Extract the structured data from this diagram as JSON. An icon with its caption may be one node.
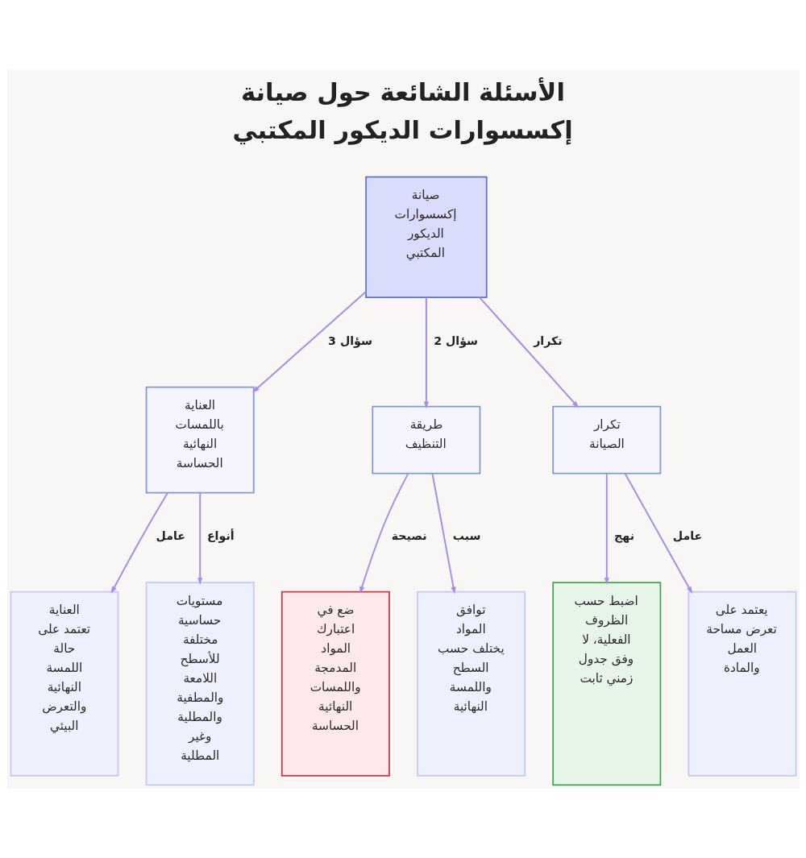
{
  "diagram": {
    "title": "الأسئلة الشائعة حول صيانة إكسسوارات الديكور المكتبي",
    "nodes": [
      {
        "text": [
          "صيانة إكسسوارات الديكور المكتبي"
        ]
      },
      {
        "text": [
          "تكرار الصيانة"
        ]
      },
      {
        "text": [
          "طريقة التنظيف"
        ]
      },
      {
        "text": [
          "العناية باللمسات النهائية الحساسة"
        ]
      },
      {
        "text": [
          "يعتمد على تعرض مساحة العمل والمادة"
        ]
      },
      {
        "text": [
          "اضبط حسب الظروف الفعلية، لا وفق جدول زمني ثابت"
        ]
      },
      {
        "text": [
          "توافق المواد يختلف حسب السطح واللمسة النهائية"
        ]
      },
      {
        "text": [
          "ضع في اعتبارك المواد المدمجة واللمسات النهائية الحساسة"
        ]
      },
      {
        "text": [
          "مستويات حساسية مختلفة للأسطح اللامعة والمطفية والمطلية وغير المطلية"
        ]
      },
      {
        "text": [
          "العناية تعتمد على حالة اللمسة النهائية والتعرض البيئي"
        ]
      }
    ],
    "edges": [
      {
        "from": 0,
        "to": 1,
        "arrow": "to",
        "label": "تكرار"
      },
      {
        "from": 0,
        "to": 2,
        "arrow": "to",
        "label": "سؤال 2"
      },
      {
        "from": 0,
        "to": 3,
        "arrow": "to",
        "label": "سؤال 3"
      },
      {
        "from": 1,
        "to": 4,
        "arrow": "to",
        "label": "عامل"
      },
      {
        "from": 1,
        "to": 5,
        "arrow": "to",
        "label": "نهج"
      },
      {
        "from": 2,
        "to": 6,
        "arrow": "to",
        "label": "سبب"
      },
      {
        "from": 2,
        "to": 7,
        "arrow": "to",
        "label": "نصيحة"
      },
      {
        "from": 3,
        "to": 8,
        "arrow": "to",
        "label": "أنواع"
      },
      {
        "from": 3,
        "to": 9,
        "arrow": "to",
        "label": "عامل"
      }
    ]
  }
}
